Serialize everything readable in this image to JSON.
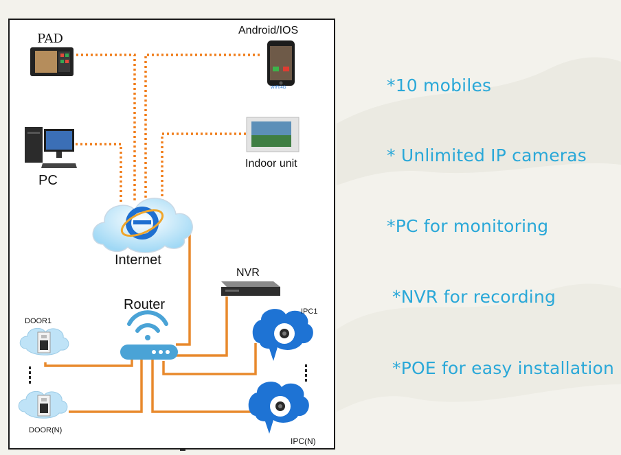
{
  "diagram": {
    "labels": {
      "pad": "PAD",
      "android_ios": "Android/IOS",
      "mobile_caption": "WIFI/4G",
      "pc": "PC",
      "indoor_unit": "Indoor unit",
      "internet": "Internet",
      "nvr": "NVR",
      "router": "Router",
      "door1": "DOOR1",
      "door_n": "DOOR(N)",
      "ipc1": "IPC1",
      "ipc_n": "IPC(N)"
    },
    "colors": {
      "dotted_link": "#f07d1a",
      "wired_link": "#e8892c",
      "cloud_blue": "#1e6fd0",
      "feature_text": "#2aa8d8"
    }
  },
  "features": [
    "*10 mobiles",
    "* Unlimited IP cameras",
    "*PC  for monitoring",
    "*NVR for recording",
    "*POE for easy installation"
  ]
}
